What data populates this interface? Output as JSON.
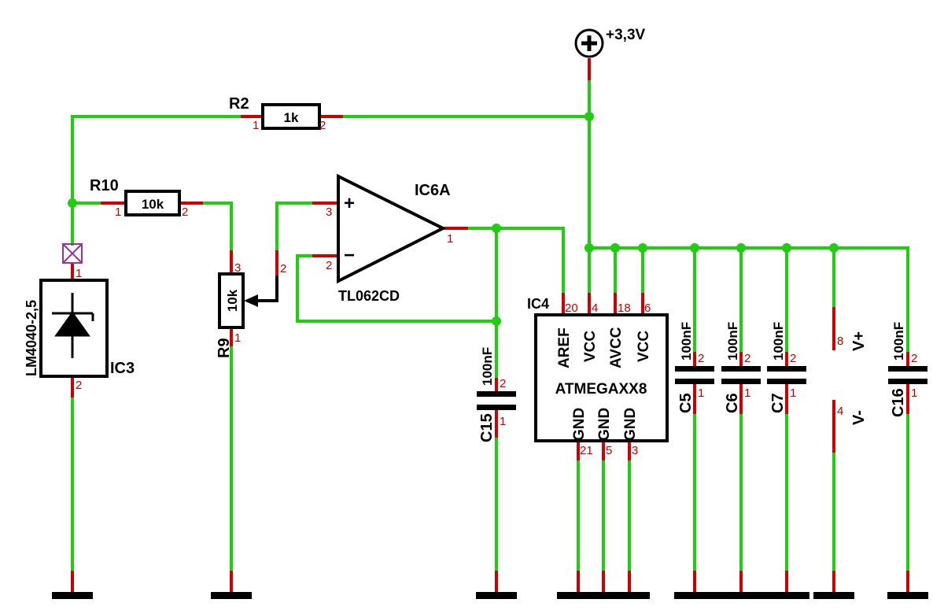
{
  "colors": {
    "wire": "#22cc11",
    "pin_stub": "#cc0000",
    "pin_number": "#cc0000",
    "body": "#000000",
    "background": "#ffffff",
    "marker": "#993399"
  },
  "icons": {
    "power": "power-plus-circle-icon",
    "ground": "ground-bar-icon",
    "no_connect": "no-connect-x-icon"
  },
  "power": {
    "label": "+3,3V"
  },
  "r2": {
    "name": "R2",
    "value": "1k",
    "pin1": "1",
    "pin2": "2"
  },
  "r10": {
    "name": "R10",
    "value": "10k",
    "pin1": "1",
    "pin2": "2"
  },
  "r9": {
    "name": "R9",
    "value": "10k",
    "pin1": "1",
    "pin2": "2",
    "pin3": "3"
  },
  "ic3": {
    "name": "IC3",
    "value": "LM4040-2,5",
    "pin1": "1",
    "pin2": "2"
  },
  "ic6a": {
    "name": "IC6A",
    "value": "TL062CD",
    "pin1": "1",
    "pin2": "2",
    "pin3": "3",
    "plus": "+",
    "minus": "−"
  },
  "ic4": {
    "name": "IC4",
    "value": "ATMEGAXX8",
    "top_pins": [
      {
        "name": "AREF",
        "num": "20"
      },
      {
        "name": "VCC",
        "num": "4"
      },
      {
        "name": "AVCC",
        "num": "18"
      },
      {
        "name": "VCC",
        "num": "6"
      }
    ],
    "bottom_pins": [
      {
        "name": "GND",
        "num": "21"
      },
      {
        "name": "GND",
        "num": "5"
      },
      {
        "name": "GND",
        "num": "3"
      }
    ]
  },
  "capacitors": [
    {
      "name": "C15",
      "value": "100nF",
      "pin1": "1",
      "pin2": "2"
    },
    {
      "name": "C5",
      "value": "100nF",
      "pin1": "1",
      "pin2": "2"
    },
    {
      "name": "C6",
      "value": "100nF",
      "pin1": "1",
      "pin2": "2"
    },
    {
      "name": "C7",
      "value": "100nF",
      "pin1": "1",
      "pin2": "2"
    },
    {
      "name": "C16",
      "value": "100nF",
      "pin1": "1",
      "pin2": "2"
    }
  ],
  "opamp_supply": {
    "vplus": "V+",
    "vminus": "V-",
    "pin_vplus": "8",
    "pin_vminus": "4"
  }
}
